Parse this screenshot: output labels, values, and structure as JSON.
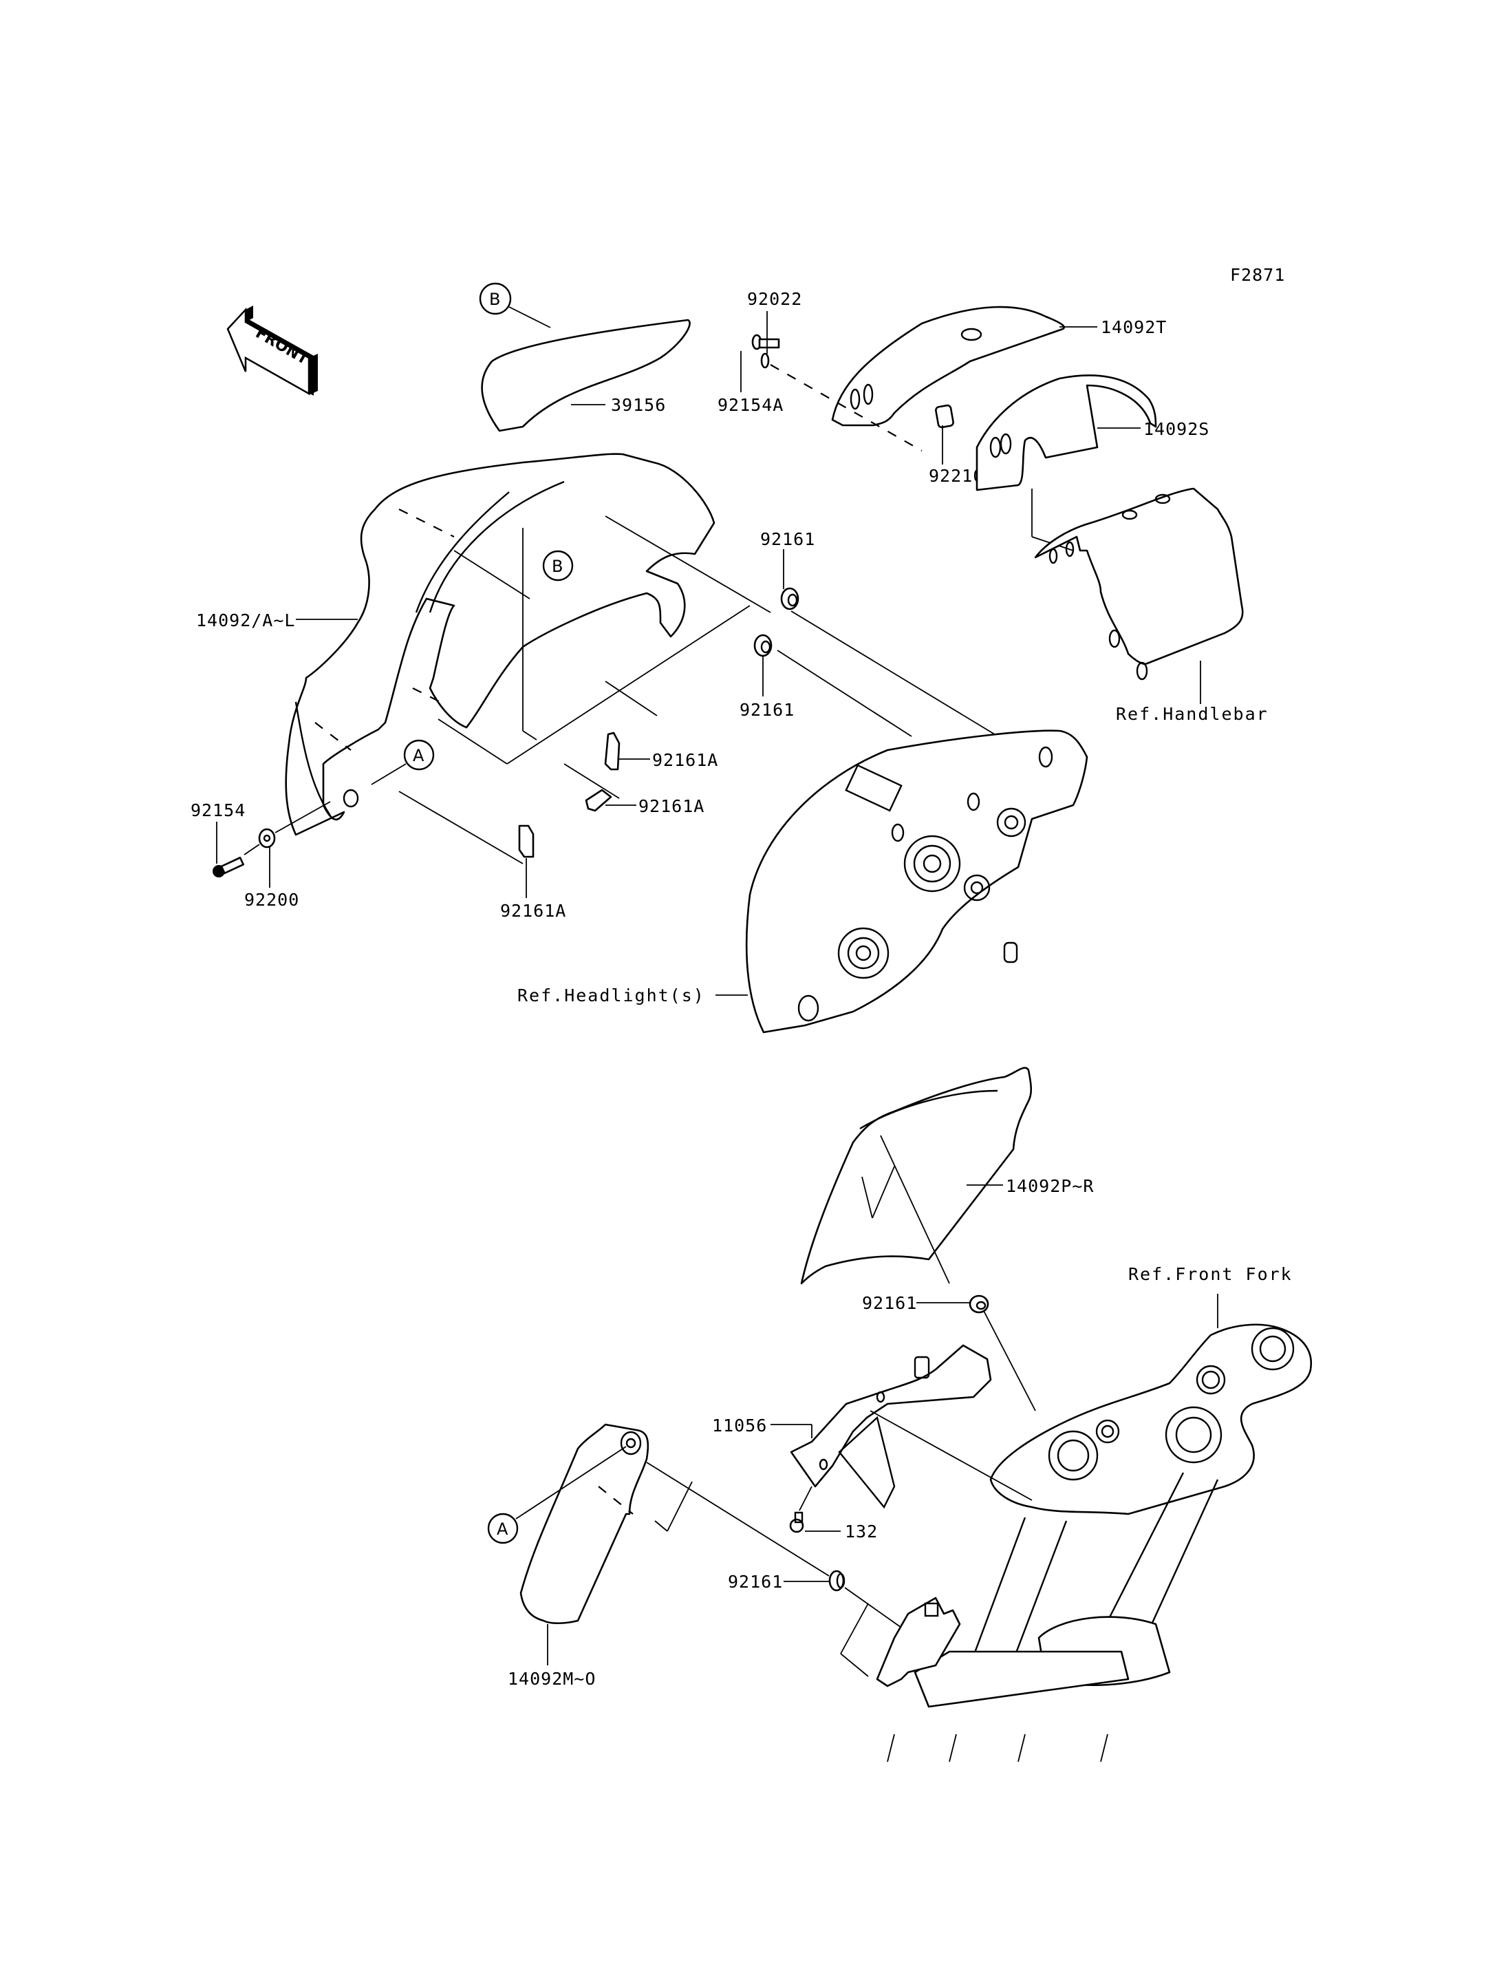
{
  "figure_id": "F2871",
  "front_indicator": {
    "text": "FRONT",
    "icon": "front-direction-arrow-icon"
  },
  "parts": [
    {
      "id": "39156",
      "label": "39156"
    },
    {
      "id": "92022",
      "label": "92022"
    },
    {
      "id": "92154A",
      "label": "92154A"
    },
    {
      "id": "14092T",
      "label": "14092T"
    },
    {
      "id": "14092S",
      "label": "14092S"
    },
    {
      "id": "92210",
      "label": "92210"
    },
    {
      "id": "14092/A~L",
      "label": "14092/A~L"
    },
    {
      "id": "92161-upper",
      "label": "92161"
    },
    {
      "id": "92161-middle",
      "label": "92161"
    },
    {
      "id": "92161A-upper",
      "label": "92161A"
    },
    {
      "id": "92161A-middle",
      "label": "92161A"
    },
    {
      "id": "92161A-lower",
      "label": "92161A"
    },
    {
      "id": "92154",
      "label": "92154"
    },
    {
      "id": "92200",
      "label": "92200"
    },
    {
      "id": "14092P~R",
      "label": "14092P~R"
    },
    {
      "id": "92161-fork",
      "label": "92161"
    },
    {
      "id": "11056",
      "label": "11056"
    },
    {
      "id": "132",
      "label": "132"
    },
    {
      "id": "92161-lower",
      "label": "92161"
    },
    {
      "id": "14092M~O",
      "label": "14092M~O"
    }
  ],
  "references": {
    "handlebar": "Ref.Handlebar",
    "headlight": "Ref.Headlight(s)",
    "front_fork": "Ref.Front Fork"
  },
  "callouts": {
    "A": "A",
    "B": "B"
  }
}
